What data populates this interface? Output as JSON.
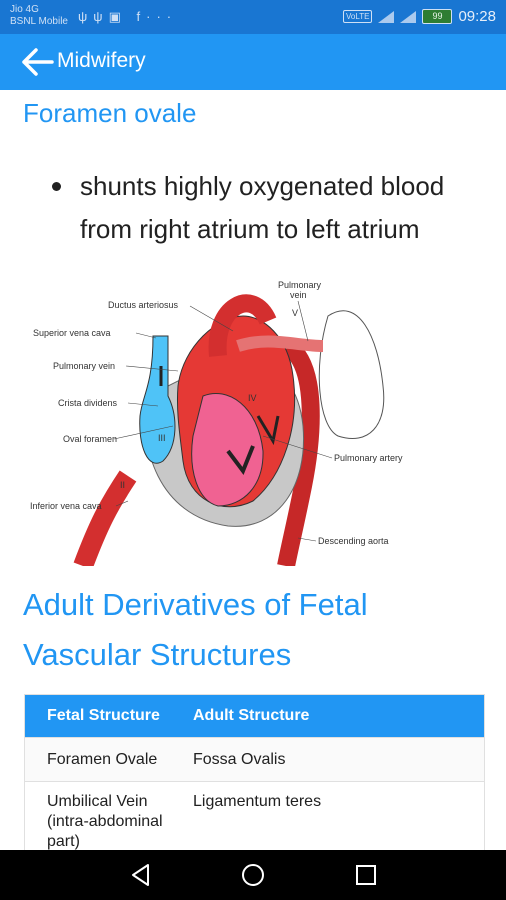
{
  "statusbar": {
    "carrier_line1": "Jio 4G",
    "carrier_line2": "BSNL Mobile",
    "volte": "VoLTE",
    "battery": "99",
    "time": "09:28"
  },
  "appbar": {
    "title": "Midwifery"
  },
  "section1": {
    "heading": "Foramen ovale",
    "bullet": "shunts highly oxygenated blood from right atrium to left atrium"
  },
  "diagram": {
    "labels": {
      "ductus": "Ductus arteriosus",
      "pulm_vein_top": "Pulmonary",
      "pulm_vein_top2": "vein",
      "svc": "Superior vena cava",
      "pulm_vein": "Pulmonary vein",
      "crista": "Crista dividens",
      "oval": "Oval foramen",
      "ivc": "Inferior vena cava",
      "pulm_artery": "Pulmonary artery",
      "desc_aorta": "Descending aorta",
      "roman_v": "V",
      "roman_iii": "III",
      "roman_iv": "IV",
      "roman_ii": "II"
    }
  },
  "section2": {
    "heading": "Adult Derivatives of Fetal Vascular Structures"
  },
  "table": {
    "headers": [
      "Fetal Structure",
      "Adult Structure"
    ],
    "rows": [
      [
        "Foramen Ovale",
        "Fossa Ovalis"
      ],
      [
        "Umbilical Vein (intra-abdominal part)",
        "Ligamentum teres"
      ]
    ]
  },
  "colors": {
    "primary": "#2196f3",
    "statusbar": "#1976d2"
  }
}
